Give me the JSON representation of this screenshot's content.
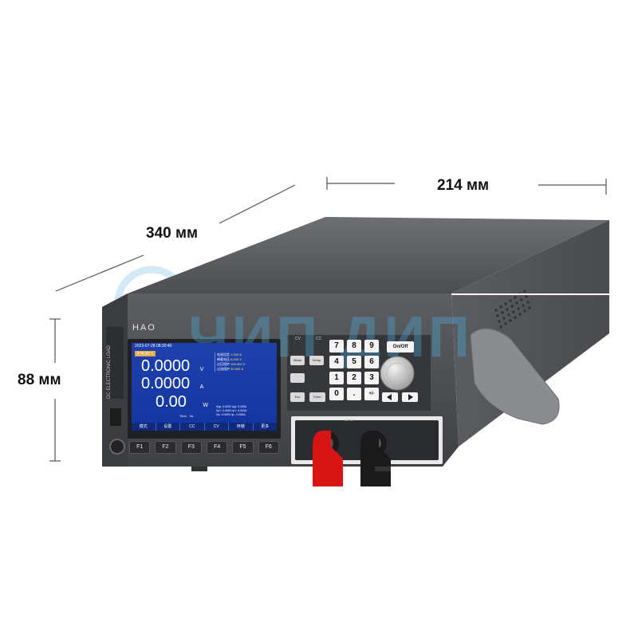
{
  "dimensions": {
    "depth": "340 мм",
    "width": "214 мм",
    "height": "88 мм"
  },
  "brand": "HAO",
  "watermark": "ЧИП ДИП",
  "device": {
    "side_text": "DC ELECTRONIC LOAD",
    "screen": {
      "datetime": "2023-07-28 08:30:40",
      "mode_tag": "定电流CC",
      "readings": [
        {
          "value": "0.0000",
          "unit": "V"
        },
        {
          "value": "0.0000",
          "unit": "A"
        },
        {
          "value": "0.00",
          "unit": "W"
        }
      ],
      "timer": "Time:   0s",
      "params": [
        {
          "label": "电流设定",
          "value": "1.000 A"
        },
        {
          "label": "带载电压",
          "value": "0.000 V"
        },
        {
          "label": "过压保护",
          "value": "150.000 V"
        },
        {
          "label": "过流保护",
          "value": "30.000 A"
        }
      ],
      "mini_rows": [
        "Vpp: 0.000V  Ipp: 0.000A",
        "Vp+: 0.000V  Ip+: 0.000A",
        "Vp-: 0.000V  Ip-: 0.000A"
      ],
      "softkeys": [
        "模式",
        "设置",
        "CC",
        "CV",
        "存储",
        "更多"
      ]
    },
    "fkeys": [
      "F1",
      "F2",
      "F3",
      "F4",
      "F5",
      "F6"
    ],
    "indicators": [
      "CV",
      "CC"
    ],
    "keypad": {
      "side_keys": [
        "Meas",
        "Setup",
        "",
        "Esc",
        "Enter"
      ],
      "digits": [
        "7",
        "8",
        "9",
        "4",
        "5",
        "6",
        "1",
        "2",
        "3",
        "0",
        ".",
        "+/-"
      ],
      "onoff": "On/Off"
    },
    "terminals_label": "INPUT"
  }
}
